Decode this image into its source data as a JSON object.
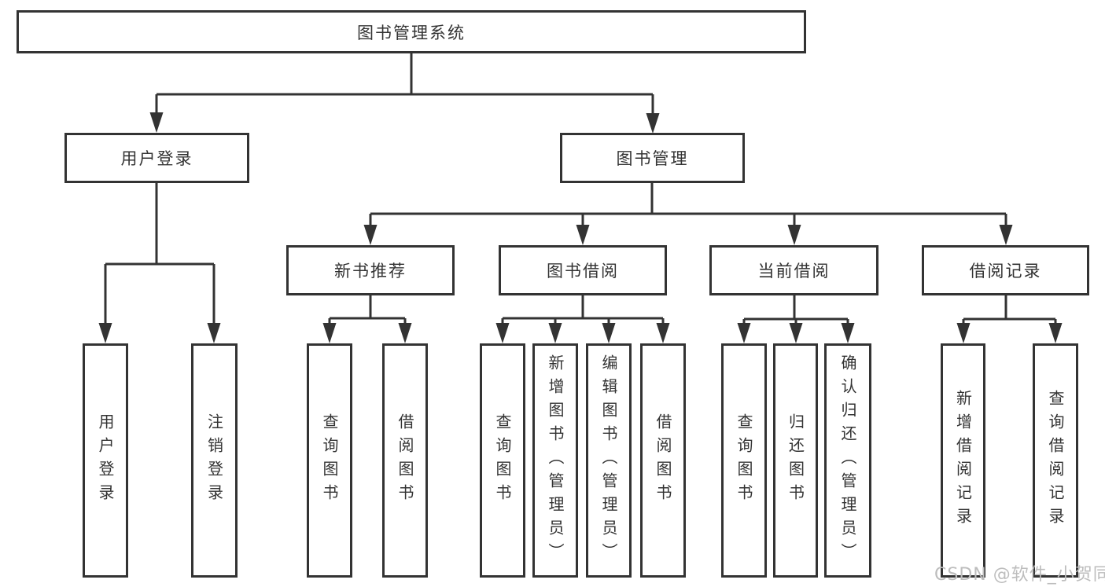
{
  "diagram": {
    "tree": {
      "label": "图书管理系统",
      "children": [
        {
          "label": "用户登录",
          "children": [
            {
              "label": "用户登录"
            },
            {
              "label": "注销登录"
            }
          ]
        },
        {
          "label": "图书管理",
          "children": [
            {
              "label": "新书推荐",
              "children": [
                {
                  "label": "查询图书"
                },
                {
                  "label": "借阅图书"
                }
              ]
            },
            {
              "label": "图书借阅",
              "children": [
                {
                  "label": "查询图书"
                },
                {
                  "label": "新增图书（管理员）"
                },
                {
                  "label": "编辑图书（管理员）"
                },
                {
                  "label": "借阅图书"
                }
              ]
            },
            {
              "label": "当前借阅",
              "children": [
                {
                  "label": "查询图书"
                },
                {
                  "label": "归还图书"
                },
                {
                  "label": "确认归还（管理员）"
                }
              ]
            },
            {
              "label": "借阅记录",
              "children": [
                {
                  "label": "新增借阅记录"
                },
                {
                  "label": "查询借阅记录"
                }
              ]
            }
          ]
        }
      ]
    },
    "line_color": "#333333",
    "box_background": "#ffffff"
  },
  "watermark": {
    "text": "CSDN @软件_小贺同学"
  }
}
